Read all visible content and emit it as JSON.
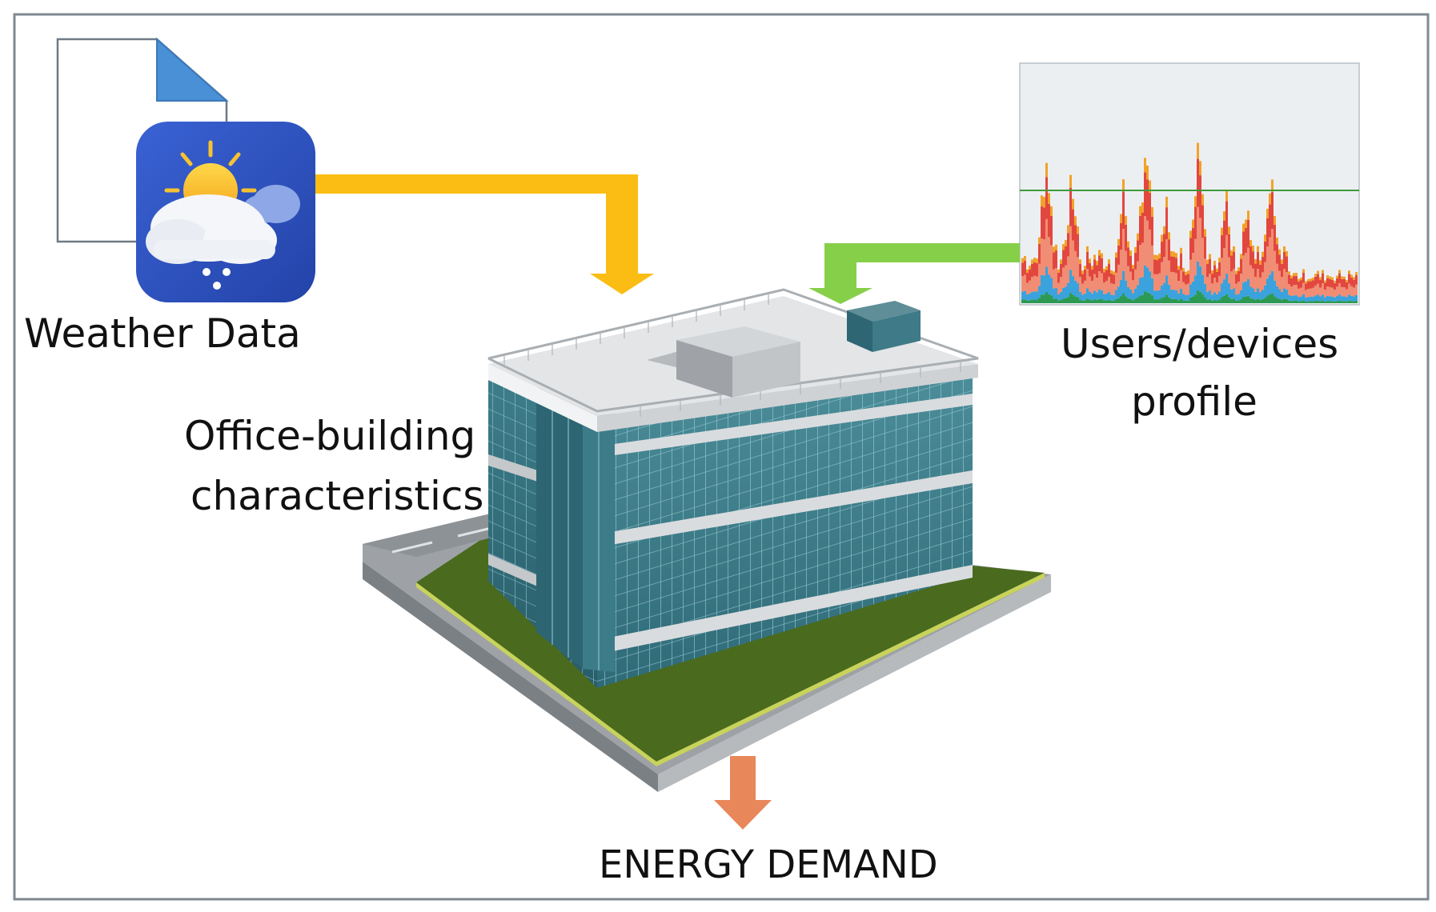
{
  "labels": {
    "weather": "Weather Data",
    "office_line1": "Office-building",
    "office_line2": "characteristics",
    "users_line1": "Users/devices",
    "users_line2": "profile",
    "energy": "ENERGY DEMAND"
  },
  "colors": {
    "frame": "#7f8891",
    "weather_arrow": "#fbbd14",
    "profile_arrow": "#86cf49",
    "energy_arrow": "#e8875a",
    "weather_tile": "#2f55c6",
    "glass": "#3f7f8c",
    "lawn": "#4a6a1e"
  },
  "icons": {
    "document": "document-icon",
    "weather": "sun-cloud-rain-icon",
    "building": "office-building-icon",
    "profile": "load-profile-chart-icon"
  }
}
